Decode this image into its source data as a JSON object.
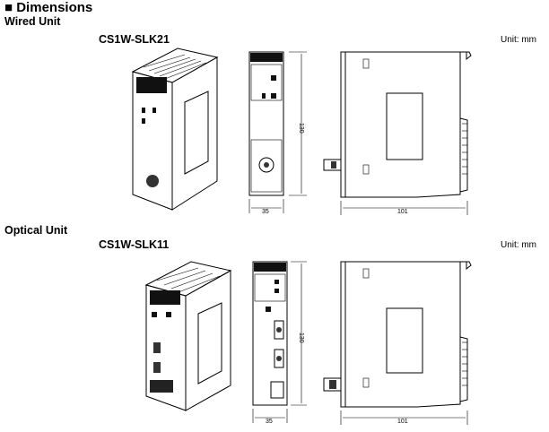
{
  "page": {
    "heading": "■ Dimensions",
    "unit_label": "Unit: mm"
  },
  "sections": [
    {
      "title": "Wired Unit",
      "model": "CS1W-SLK21",
      "unit_label": "Unit: mm",
      "front_width": "35",
      "front_height": "130",
      "side_depth": "101"
    },
    {
      "title": "Optical Unit",
      "model": "CS1W-SLK11",
      "unit_label": "Unit: mm",
      "front_width": "35",
      "front_height": "130",
      "side_depth": "101"
    }
  ]
}
